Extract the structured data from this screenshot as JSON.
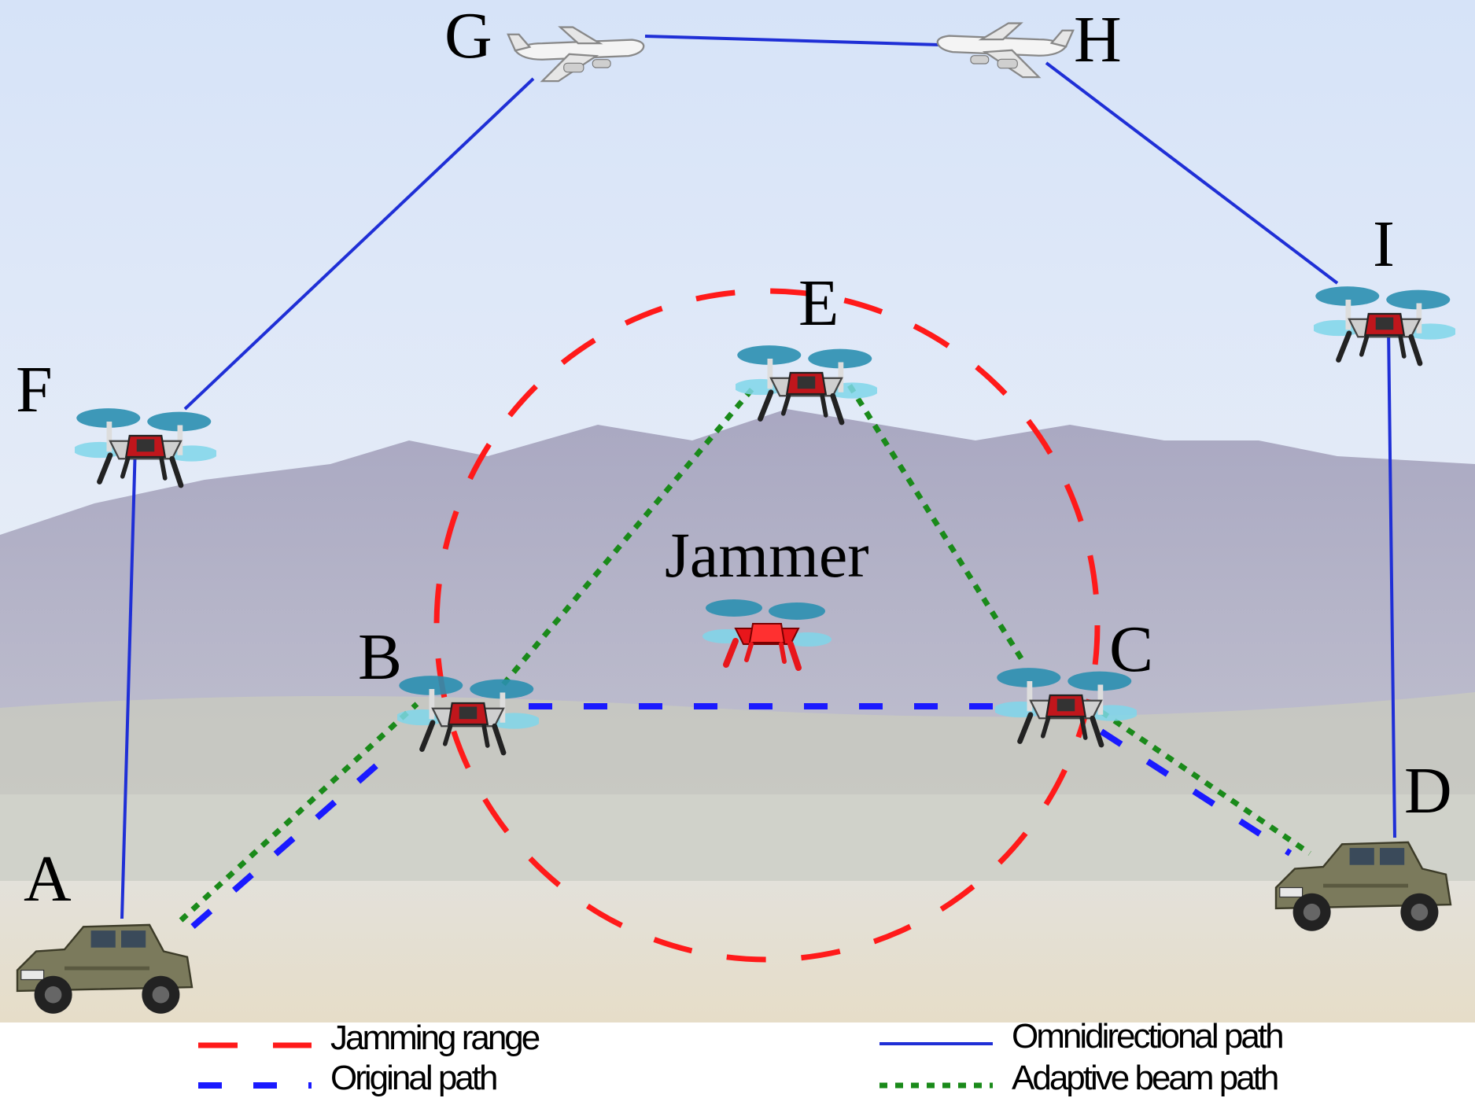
{
  "diagram": {
    "nodes": [
      {
        "id": "A",
        "label": "A",
        "kind": "vehicle"
      },
      {
        "id": "B",
        "label": "B",
        "kind": "drone"
      },
      {
        "id": "C",
        "label": "C",
        "kind": "drone"
      },
      {
        "id": "D",
        "label": "D",
        "kind": "vehicle"
      },
      {
        "id": "E",
        "label": "E",
        "kind": "drone"
      },
      {
        "id": "F",
        "label": "F",
        "kind": "drone"
      },
      {
        "id": "G",
        "label": "G",
        "kind": "airplane"
      },
      {
        "id": "H",
        "label": "H",
        "kind": "airplane"
      },
      {
        "id": "I",
        "label": "I",
        "kind": "drone"
      }
    ],
    "jammer": {
      "label": "Jammer",
      "kind": "drone",
      "color": "#e8161b"
    },
    "paths": {
      "omnidirectional": [
        "A",
        "F",
        "G",
        "H",
        "I",
        "D"
      ],
      "original": [
        "A",
        "B",
        "C",
        "D"
      ],
      "adaptive_beam": [
        "A",
        "B",
        "E",
        "C",
        "D"
      ]
    },
    "colors": {
      "jamming_range": "#ff1a1a",
      "original_path": "#1a1aff",
      "omnidirectional_path": "#1f2fd6",
      "adaptive_beam_path": "#1a8a1a",
      "sky_top": "#dbe6f7",
      "sky_bottom": "#eef2f8",
      "mountain": "#a9a8c0",
      "field": "#e2ddcf"
    }
  },
  "legend": {
    "jamming_range": "Jamming range",
    "original_path": "Original path",
    "omnidirectional_path": "Omnidirectional path",
    "adaptive_beam_path": "Adaptive beam path"
  }
}
